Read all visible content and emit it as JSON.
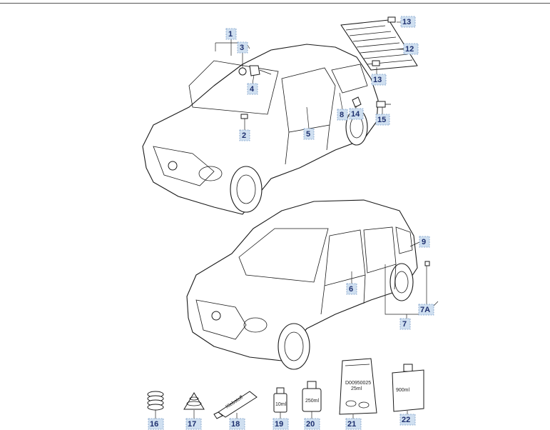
{
  "callouts": {
    "c1": "1",
    "c2": "2",
    "c3": "3",
    "c4": "4",
    "c5": "5",
    "c6": "6",
    "c7": "7",
    "c7a": "7A",
    "c8": "8",
    "c9": "9",
    "c12": "12",
    "c13a": "13",
    "c13b": "13",
    "c14": "14",
    "c15": "15",
    "c16": "16",
    "c17": "17",
    "c18": "18",
    "c19": "19",
    "c20": "20",
    "c21": "21",
    "c22": "22"
  },
  "part_labels": {
    "tube": "Klebstoff",
    "bottle_small": "10ml",
    "can": "250ml",
    "bag_code": "D00950025",
    "bag_qty": "25ml",
    "canister": "900ml"
  },
  "colors": {
    "callout_fill": "#cfdff0",
    "callout_text": "#1d2f6e"
  }
}
